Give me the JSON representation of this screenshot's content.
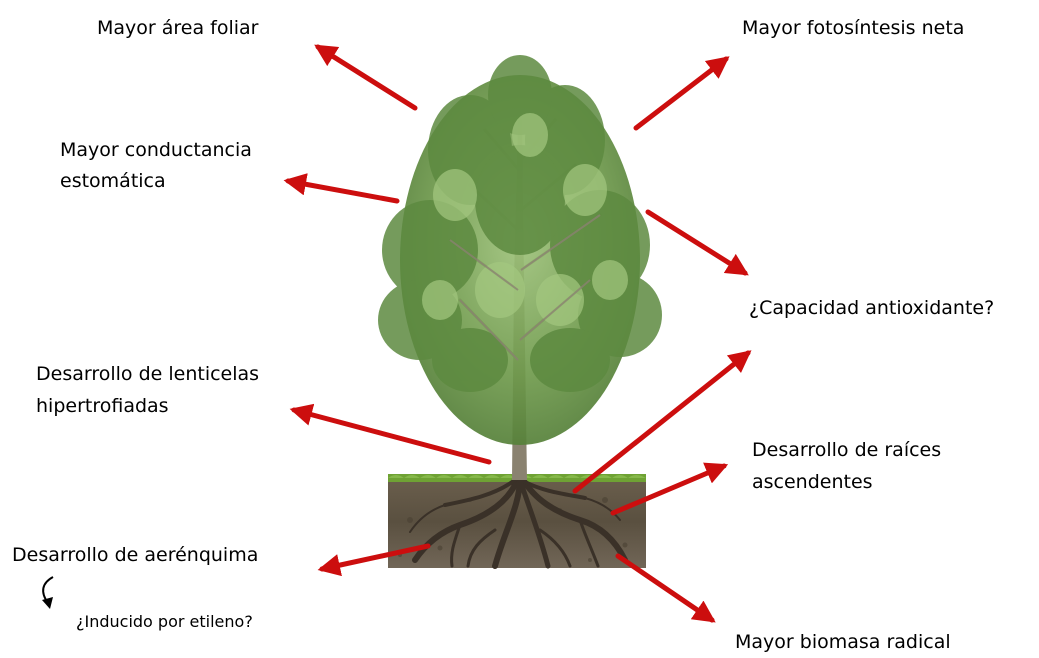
{
  "labels": {
    "leaf_area": "Mayor área foliar",
    "net_photosynthesis": "Mayor fotosíntesis neta",
    "stomatal_conductance_line1": "Mayor conductancia",
    "stomatal_conductance_line2": "estomática",
    "antioxidant_capacity": "¿Capacidad antioxidante?",
    "lenticels_line1": "Desarrollo de lenticelas",
    "lenticels_line2": "hipertrofiadas",
    "ascending_roots_line1": "Desarrollo de raíces",
    "ascending_roots_line2": "ascendentes",
    "aerenchyma": "Desarrollo de aerénquima",
    "ethylene": "¿Inducido por etileno?",
    "root_biomass": "Mayor biomasa radical"
  },
  "colors": {
    "arrow": "#cc0e0e",
    "soil": "#5f5444",
    "grass": "#6fa234",
    "trunk": "#8a8270",
    "foliage_dark": "#4d7a35",
    "foliage_light": "#8fb86a",
    "root": "#3a3128"
  },
  "icons": {
    "ethylene_link": "curved-down-arrow-icon",
    "tree": "tree-illustration",
    "soil": "soil-cross-section"
  }
}
